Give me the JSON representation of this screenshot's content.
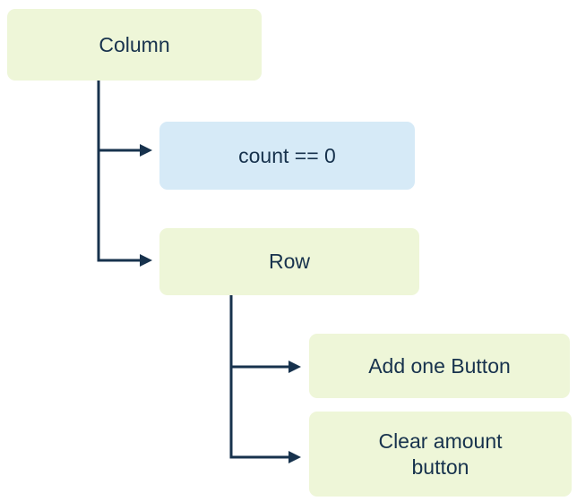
{
  "diagram": {
    "nodes": [
      {
        "id": "column",
        "label": "Column",
        "color": "green"
      },
      {
        "id": "count-condition",
        "label": "count == 0",
        "color": "blue"
      },
      {
        "id": "row",
        "label": "Row",
        "color": "green"
      },
      {
        "id": "add-one-button",
        "label": "Add one Button",
        "color": "green"
      },
      {
        "id": "clear-amount-button",
        "label": "Clear amount button",
        "color": "green"
      }
    ],
    "edges": [
      {
        "from": "column",
        "to": "count-condition"
      },
      {
        "from": "column",
        "to": "row"
      },
      {
        "from": "row",
        "to": "add-one-button"
      },
      {
        "from": "row",
        "to": "clear-amount-button"
      }
    ],
    "colors": {
      "green": "#eef6d8",
      "blue": "#d6eaf7",
      "line": "#17324d",
      "text": "#17324d"
    }
  }
}
